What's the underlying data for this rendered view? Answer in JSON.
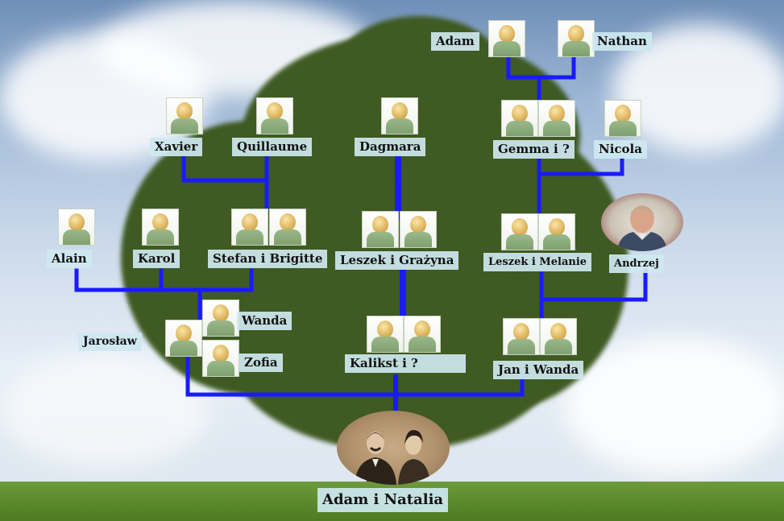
{
  "people": {
    "adam": "Adam",
    "nathan": "Nathan",
    "xavier": "Xavier",
    "quillaume": "Quillaume",
    "dagmara": "Dagmara",
    "gemma": "Gemma i ?",
    "nicola": "Nicola",
    "alain": "Alain",
    "karol": "Karol",
    "stefan_brigitte": "Stefan i Brigitte",
    "leszek_grazyna": "Leszek i Grażyna",
    "leszek_melanie": "Leszek i Melanie",
    "andrzej": "Andrzej",
    "wanda": "Wanda",
    "jaroslaw": "Jarosław",
    "zofia": "Zofia",
    "kalikst": "Kalikst i  ?",
    "jan_wanda": "Jan i Wanda",
    "adam_natalia": "Adam i Natalia"
  },
  "colors": {
    "connector": "#1a1aff",
    "label_bg": "#cee8f0"
  },
  "icons": {
    "placeholder": "person-placeholder-icon"
  }
}
